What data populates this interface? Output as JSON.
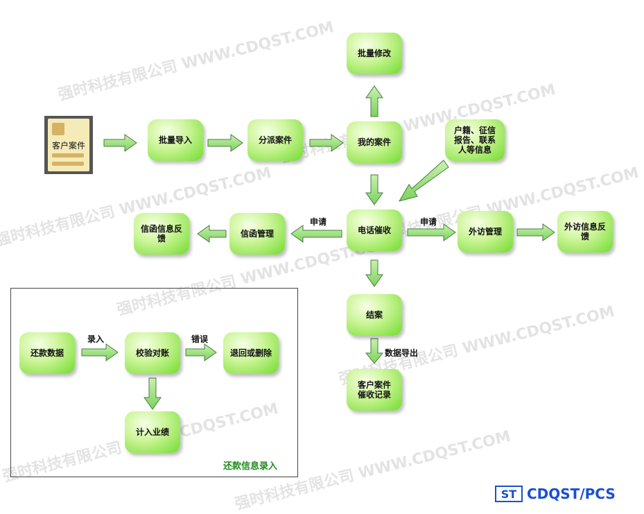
{
  "watermark": {
    "text": "强时科技有限公司 WWW.CDQST.COM",
    "short": "WWW.CDQST.COM"
  },
  "nodes": {
    "customer_case": "客户案件",
    "batch_import": "批量导入",
    "dispatch_case": "分派案件",
    "my_case": "我的案件",
    "batch_edit": "批量修改",
    "info": "户籍、征信报告、联系人等信息",
    "phone_collection": "电话催收",
    "letter_mgmt": "信函管理",
    "letter_feedback": "信函信息反馈",
    "visit_mgmt": "外访管理",
    "visit_feedback": "外访信息反馈",
    "close_case": "结案",
    "collection_record": "客户案件催收记录",
    "repay_data": "还款数据",
    "verify": "校验对账",
    "return_delete": "退回或删除",
    "performance": "计入业绩"
  },
  "labels": {
    "apply_left": "申请",
    "apply_right": "申请",
    "data_export": "数据导出",
    "enter": "录入",
    "error": "错误"
  },
  "box_title": "还款信息录入",
  "logo": {
    "mark": "ST",
    "text": "CDQST/PCS"
  },
  "colors": {
    "node_green": "#72dc2e",
    "arrow_fill": "#9ce07a",
    "box_title": "#1f8a1f",
    "logo_blue": "#1a4fd1"
  }
}
